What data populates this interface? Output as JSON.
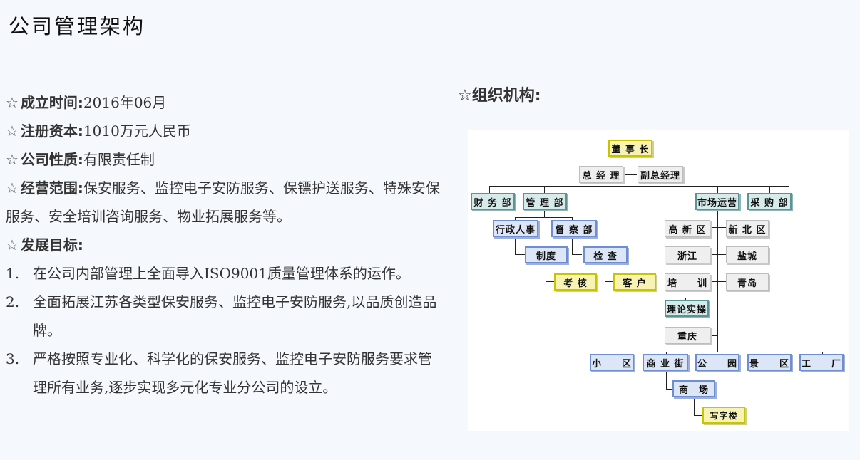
{
  "page": {
    "title": "公司管理架构"
  },
  "info": {
    "star": "☆",
    "founded_label": "成立时间:",
    "founded_value": "2016年06月",
    "capital_label": "注册资本:",
    "capital_value": "1010万元人民币",
    "nature_label": "公司性质:",
    "nature_value": "有限责任制",
    "scope_label": "经营范围:",
    "scope_value": "保安服务、监控电子安防服务、保镖护送服务、特殊安保服务、安全培训咨询服务、物业拓展服务等。",
    "goals_label": "发展目标:"
  },
  "goals": [
    {
      "num": "1.",
      "text": "在公司内部管理上全面导入ISO9001质量管理体系的运作。"
    },
    {
      "num": "2.",
      "text": "全面拓展江苏各类型保安服务、监控电子安防服务,以品质创造品牌。"
    },
    {
      "num": "3.",
      "text": "严格按照专业化、科学化的保安服务、监控电子安防服务要求管理所有业务,逐步实现多元化专业分公司的设立。"
    }
  ],
  "org": {
    "star": "☆",
    "title": "组织机构:",
    "nodes": {
      "chairman": "董 事 长",
      "gm": "总 经 理",
      "vice_gm": "副总经理",
      "finance": "财 务 部",
      "management": "管 理 部",
      "market": "市场运营",
      "purchase": "采 购 部",
      "admin_hr": "行政人事",
      "supervision": "督 察 部",
      "system": "制度",
      "inspection": "检 查",
      "assessment": "考 核",
      "customer": "客 户",
      "gaoxin": "高 新 区",
      "xinbei": "新 北 区",
      "zhejiang": "浙江",
      "yancheng": "盐城",
      "training": "培　　训",
      "qingdao": "青岛",
      "theory": "理论实操",
      "chongqing": "重庆",
      "community": "小　　区",
      "commercial_street": "商 业 街",
      "park": "公　　园",
      "scenic": "景　　区",
      "factory": "工　　厂",
      "mall": "商　场",
      "office_building": "写字楼"
    }
  },
  "colors": {
    "yellow_box": "#f6f3b4",
    "teal_box": "#d7ebeb",
    "blue_box": "#dde6f6",
    "gray_box": "#efefef"
  }
}
